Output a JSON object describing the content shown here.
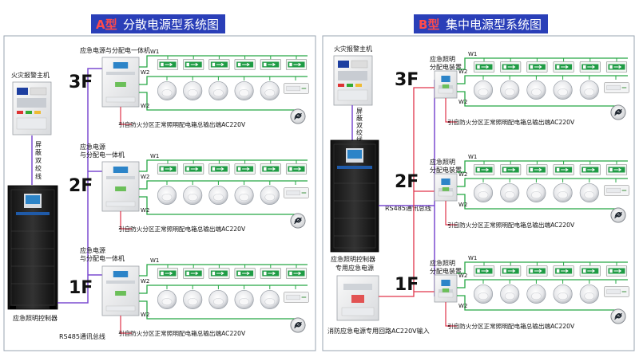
{
  "panel_a": {
    "badge": "A型",
    "title": "分散电源型系统图",
    "fire_alarm_host": "火灾报警主机",
    "shielded_cable": [
      "屏",
      "蔽",
      "双",
      "绞",
      "线"
    ],
    "controller": "应急照明控制器",
    "rs485": "RS485通讯总线",
    "floors": [
      {
        "name": "3F",
        "device": [
          "应急电源与分配电一体机"
        ],
        "w1": "W1",
        "w2a": "W2",
        "w2b": "W2",
        "feed": "引自防火分区正常照明配电箱总输出端AC220V"
      },
      {
        "name": "2F",
        "device": [
          "应急电源",
          "与分配电一体机"
        ],
        "w1": "W1",
        "w2a": "W2",
        "w2b": "W2",
        "feed": "引自防火分区正常照明配电箱总输出端AC220V"
      },
      {
        "name": "1F",
        "device": [
          "应急电源",
          "与分配电一体机"
        ],
        "w1": "W1",
        "w2a": "W2",
        "w2b": "W2",
        "feed": "引自防火分区正常照明配电箱总输出端AC220V"
      }
    ]
  },
  "panel_b": {
    "badge": "B型",
    "title": "集中电源型系统图",
    "fire_alarm_host": "火灾报警主机",
    "shielded_cable": [
      "屏",
      "蔽",
      "双",
      "绞",
      "线"
    ],
    "controller": [
      "应急照明控制器",
      "专用应急电源"
    ],
    "rs485": "RS485通讯总线",
    "power_input": "消防应急电源专用回路AC220V输入",
    "floors": [
      {
        "name": "3F",
        "device": [
          "应急照明",
          "分配电装置"
        ],
        "w1": "W1",
        "w2a": "W2",
        "w2b": "W2",
        "feed": "引自防火分区正常照明配电箱总输出端AC220V"
      },
      {
        "name": "2F",
        "device": [
          "应急照明",
          "分配电装置"
        ],
        "w1": "W1",
        "w2a": "W2",
        "w2b": "W2",
        "feed": "引自防火分区正常照明配电箱总输出端AC220V"
      },
      {
        "name": "1F",
        "device": [
          "应急照明",
          "分配电装置"
        ],
        "w1": "W1",
        "w2a": "W2",
        "w2b": "W2",
        "feed": "引自防火分区正常照明配电箱总输出端AC220V"
      }
    ]
  },
  "colors": {
    "title_bg": "#2a3fb8",
    "badge": "#ff4b4b",
    "bus_green": "#26a844",
    "bus_purple": "#7b4bd1",
    "bus_red": "#e0344a",
    "bus_black": "#222222",
    "frame": "#9aa4b2"
  },
  "icons": [
    "exit-sign-icon",
    "dome-light-icon",
    "power-plug-icon",
    "fire-alarm-panel-icon",
    "control-cabinet-icon",
    "distribution-box-icon"
  ]
}
